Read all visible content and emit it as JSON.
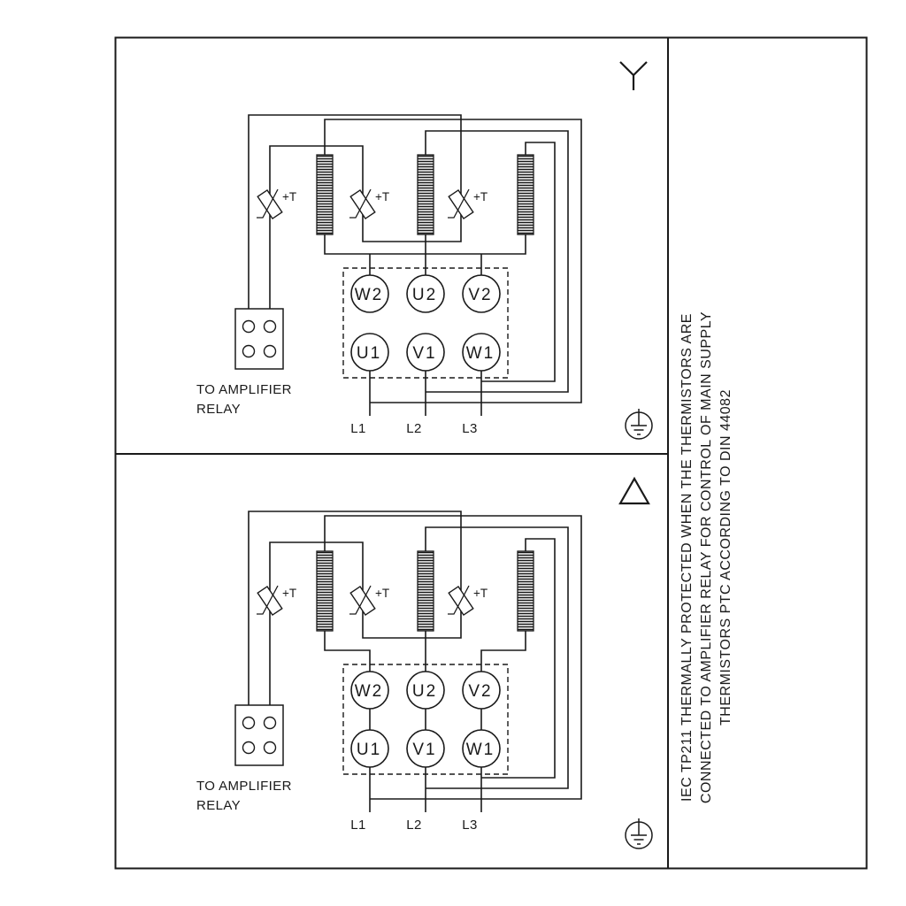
{
  "page": {
    "background_color": "#ffffff",
    "ink_color": "#1a1a1a"
  },
  "side_note": {
    "lines": [
      "IEC TP211 THERMALLY PROTECTED WHEN THE THERMISTORS ARE",
      "CONNECTED TO AMPLIFIER RELAY FOR CONTROL OF MAIN SUPPLY",
      "THERMISTORS PTC ACCORDING TO DIN 44082"
    ]
  },
  "panels": [
    {
      "connection": "star",
      "symbol_icon": "star-connection-icon",
      "thermistor_labels": [
        "+T",
        "+T",
        "+T"
      ],
      "terminals_top": [
        "W2",
        "U2",
        "V2"
      ],
      "terminals_bottom": [
        "U1",
        "V1",
        "W1"
      ],
      "relay_note_line1": "TO AMPLIFIER",
      "relay_note_line2": "RELAY",
      "mains_labels": [
        "L1",
        "L2",
        "L3"
      ],
      "ground_icon": "earth-ground-icon"
    },
    {
      "connection": "delta",
      "symbol_icon": "delta-connection-icon",
      "thermistor_labels": [
        "+T",
        "+T",
        "+T"
      ],
      "terminals_top": [
        "W2",
        "U2",
        "V2"
      ],
      "terminals_bottom": [
        "U1",
        "V1",
        "W1"
      ],
      "relay_note_line1": "TO AMPLIFIER",
      "relay_note_line2": "RELAY",
      "mains_labels": [
        "L1",
        "L2",
        "L3"
      ],
      "ground_icon": "earth-ground-icon"
    }
  ]
}
